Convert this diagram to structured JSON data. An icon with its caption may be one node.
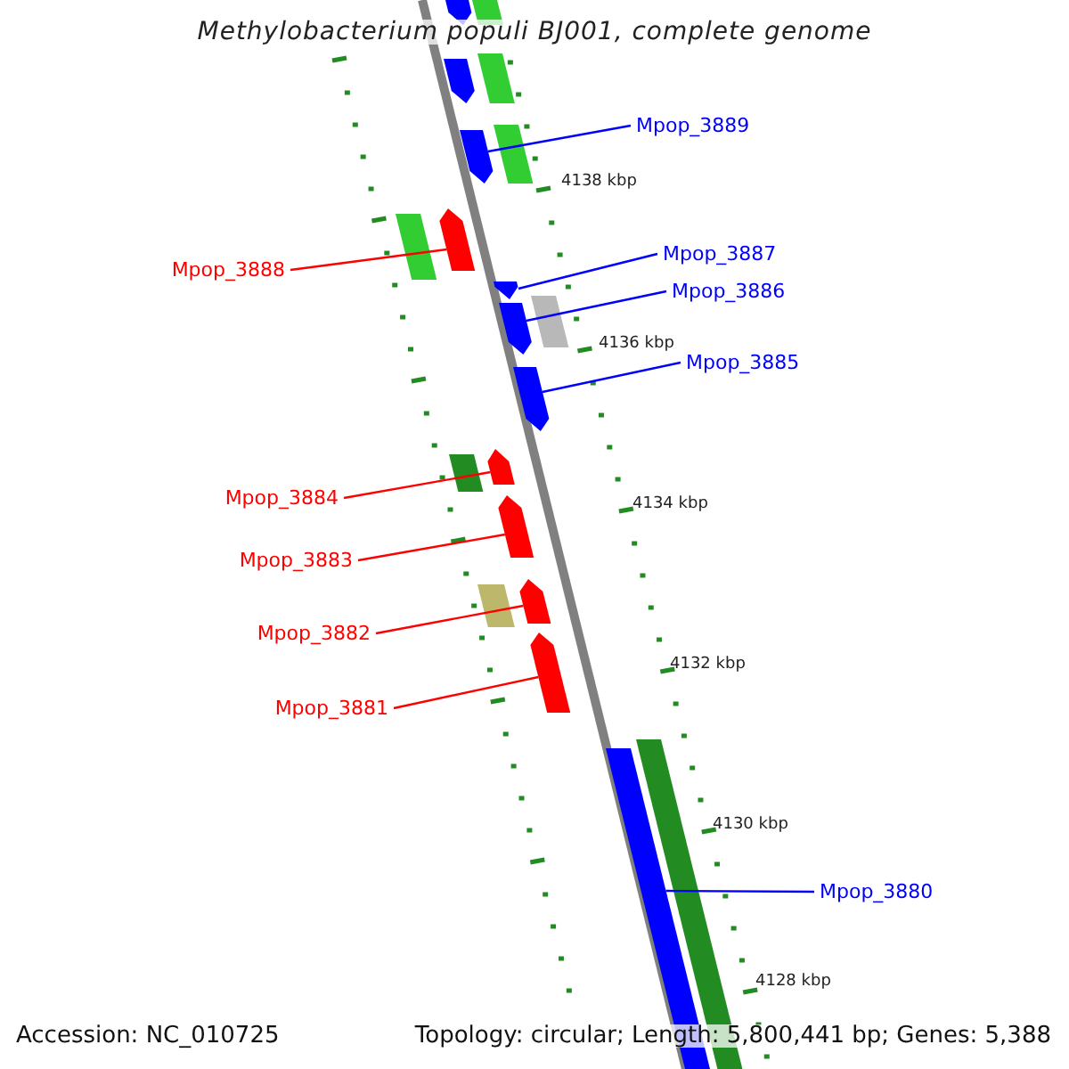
{
  "diagram": {
    "title": "Methylobacterium populi BJ001, complete genome",
    "nodes": [
      {
        "text": [
          "Mpop_3889"
        ]
      },
      {
        "text": [],
        "shape": "bar"
      },
      {
        "text": [
          "Mpop_3888"
        ]
      },
      {
        "text": [],
        "shape": "bar"
      },
      {
        "text": [
          "Mpop_3887"
        ]
      },
      {
        "text": [],
        "shape": "bar"
      },
      {
        "text": [
          "Mpop_3886"
        ]
      },
      {
        "text": [],
        "shape": "bar"
      },
      {
        "text": [
          "Mpop_3885"
        ]
      },
      {
        "text": [],
        "shape": "bar"
      },
      {
        "text": [
          "Mpop_3884"
        ]
      },
      {
        "text": [],
        "shape": "bar"
      },
      {
        "text": [
          "Mpop_3883"
        ]
      },
      {
        "text": [],
        "shape": "bar"
      },
      {
        "text": [
          "Mpop_3882"
        ]
      },
      {
        "text": [],
        "shape": "bar"
      },
      {
        "text": [
          "Mpop_3881"
        ]
      },
      {
        "text": [],
        "shape": "bar"
      },
      {
        "text": [
          "Mpop_3880"
        ]
      },
      {
        "text": [],
        "shape": "bar"
      }
    ],
    "edges": [
      {
        "from": 0,
        "to": 1,
        "arrow": "none",
        "color": "#0000ff"
      },
      {
        "from": 2,
        "to": 3,
        "arrow": "none",
        "color": "#ff0000"
      },
      {
        "from": 4,
        "to": 5,
        "arrow": "none",
        "color": "#0000ff"
      },
      {
        "from": 6,
        "to": 7,
        "arrow": "none",
        "color": "#0000ff"
      },
      {
        "from": 8,
        "to": 9,
        "arrow": "none",
        "color": "#0000ff"
      },
      {
        "from": 10,
        "to": 11,
        "arrow": "none",
        "color": "#ff0000"
      },
      {
        "from": 12,
        "to": 13,
        "arrow": "none",
        "color": "#ff0000"
      },
      {
        "from": 14,
        "to": 15,
        "arrow": "none",
        "color": "#ff0000"
      },
      {
        "from": 16,
        "to": 17,
        "arrow": "none",
        "color": "#ff0000"
      },
      {
        "from": 18,
        "to": 19,
        "arrow": "none",
        "color": "#0000ff"
      }
    ],
    "labels": [
      "4138 kbp",
      "4136 kbp",
      "4134 kbp",
      "4132 kbp",
      "4130 kbp",
      "4128 kbp",
      "Accession: NC_010725",
      "Topology: circular; Length: 5,800,441 bp; Genes: 5,388"
    ]
  }
}
